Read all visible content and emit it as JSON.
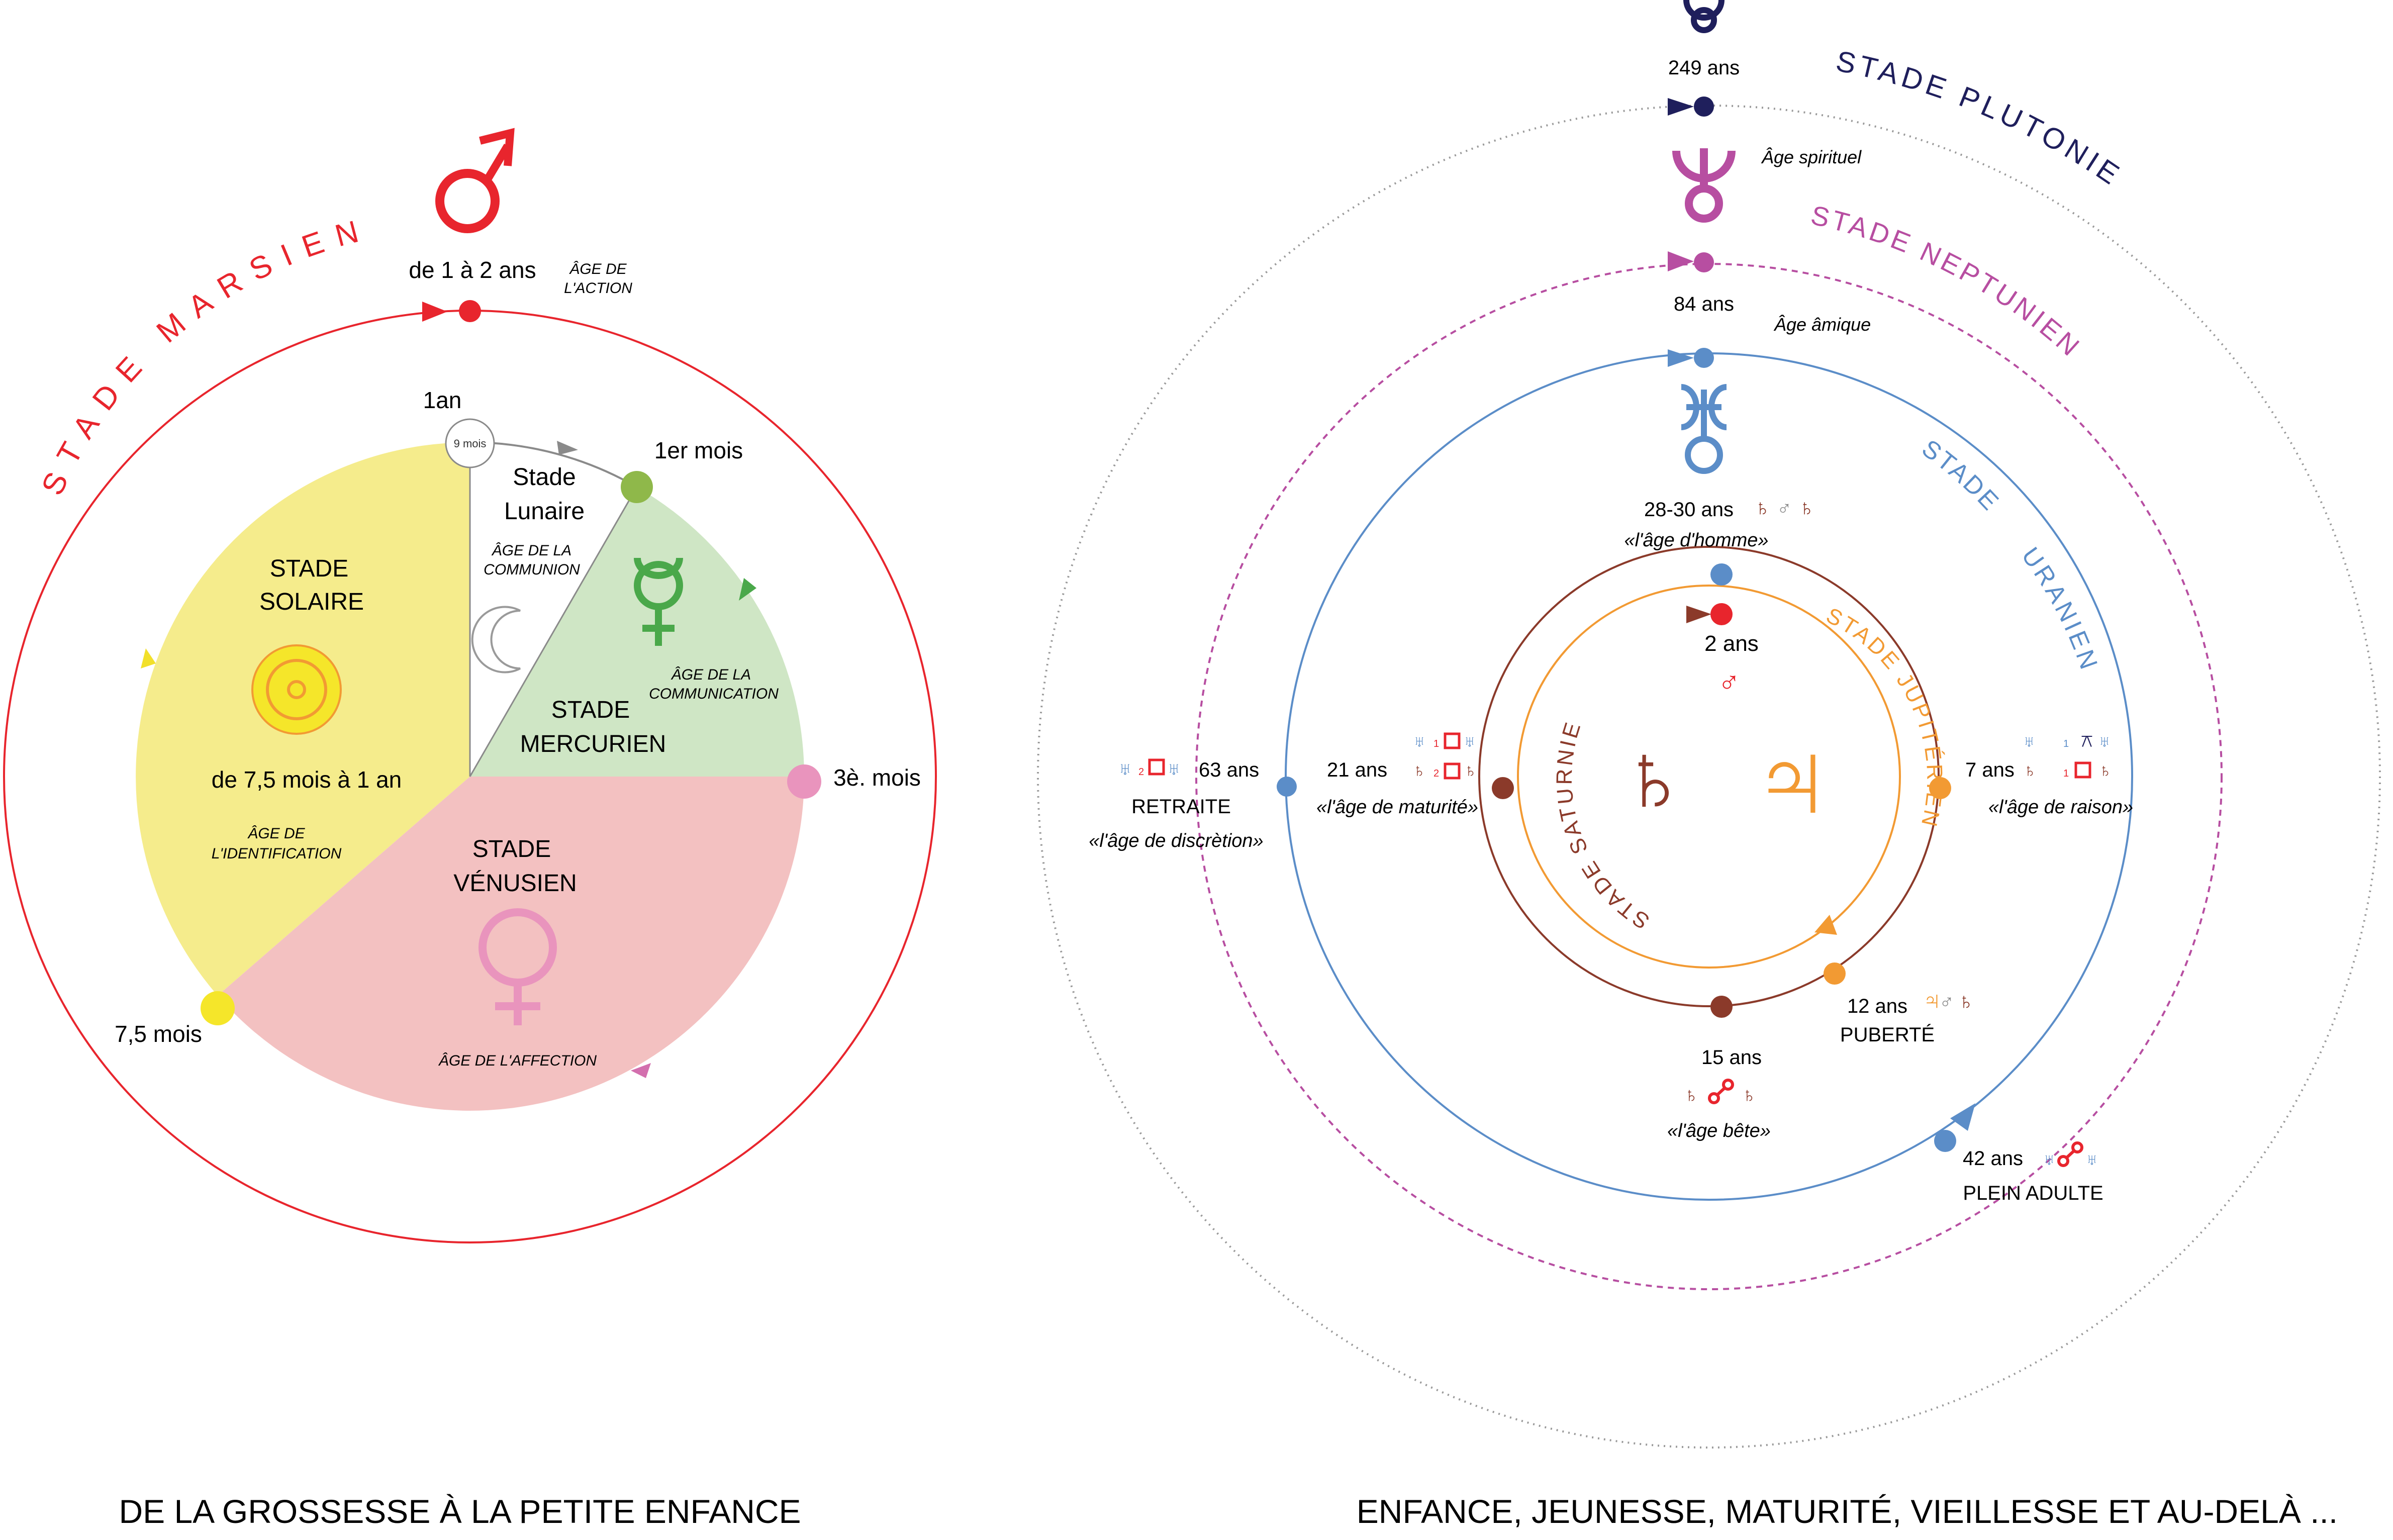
{
  "colors": {
    "red": "#e8252d",
    "yellow": "#f5ec8c",
    "green": "#cfe6c5",
    "pink": "#f3c1c1",
    "navy": "#1f1f5c",
    "purple": "#b74ea1",
    "blue": "#5b8dc8",
    "brown": "#8b3a2a",
    "orange": "#f29a33",
    "grey": "#8a8a8a"
  },
  "left": {
    "title": "STADE MARSIEN",
    "mars_label": "de 1 à 2 ans",
    "mars_age_1": "ÂGE DE",
    "mars_age_2": "L'ACTION",
    "one_year": "1an",
    "nine_months": "9 mois",
    "lunar_1": "Stade",
    "lunar_2": "Lunaire",
    "lunar_age_1": "ÂGE DE LA",
    "lunar_age_2": "COMMUNION",
    "first_month": "1er mois",
    "solar_1": "STADE",
    "solar_2": "SOLAIRE",
    "solar_range": "de 7,5 mois à 1 an",
    "solar_age_1": "ÂGE DE",
    "solar_age_2": "L'IDENTIFICATION",
    "merc_age_1": "ÂGE DE LA",
    "merc_age_2": "COMMUNICATION",
    "merc_1": "STADE",
    "merc_2": "MERCURIEN",
    "third_month": "3è. mois",
    "venus_1": "STADE",
    "venus_2": "VÉNUSIEN",
    "venus_age": "ÂGE DE L'AFFECTION",
    "seven_half": "7,5 mois",
    "caption": "DE LA GROSSESSE À LA PETITE ENFANCE"
  },
  "right": {
    "pluto_title": "STADE PLUTONIEN",
    "neptune_title": "STADE NEPTUNIEN",
    "uranus_title_1": "STADE",
    "uranus_title_2": "URANIEN",
    "jupiter_title": "STADE JUPITÉRIEN",
    "saturn_title": "STADE SATURNIEN",
    "age_249": "249 ans",
    "spiritual": "Âge spirituel",
    "age_84": "84 ans",
    "amic": "Âge âmique",
    "age_28": "28-30 ans",
    "homme": "«l'âge d'homme»",
    "age_2": "2 ans",
    "age_63": "63 ans",
    "retraite": "RETRAITE",
    "discretion": "«l'âge de discrètion»",
    "age_21": "21 ans",
    "maturite": "«l'âge de maturité»",
    "age_7": "7 ans",
    "raison": "«l'âge de raison»",
    "age_12": "12 ans",
    "puberte": "PUBERTÉ",
    "age_15": "15 ans",
    "bete": "«l'âge bête»",
    "age_42": "42 ans",
    "plein": "PLEIN ADULTE",
    "aspect_1": "1",
    "aspect_2": "2",
    "caption": "ENFANCE, JEUNESSE, MATURITÉ, VIEILLESSE ET AU-DELÀ ..."
  },
  "icons": [
    "mars-icon",
    "moon-icon",
    "sun-icon",
    "mercury-icon",
    "venus-icon",
    "pluto-icon",
    "neptune-icon",
    "uranus-icon",
    "saturn-icon",
    "jupiter-icon",
    "conjunction-icon",
    "square-icon",
    "opposition-icon"
  ]
}
